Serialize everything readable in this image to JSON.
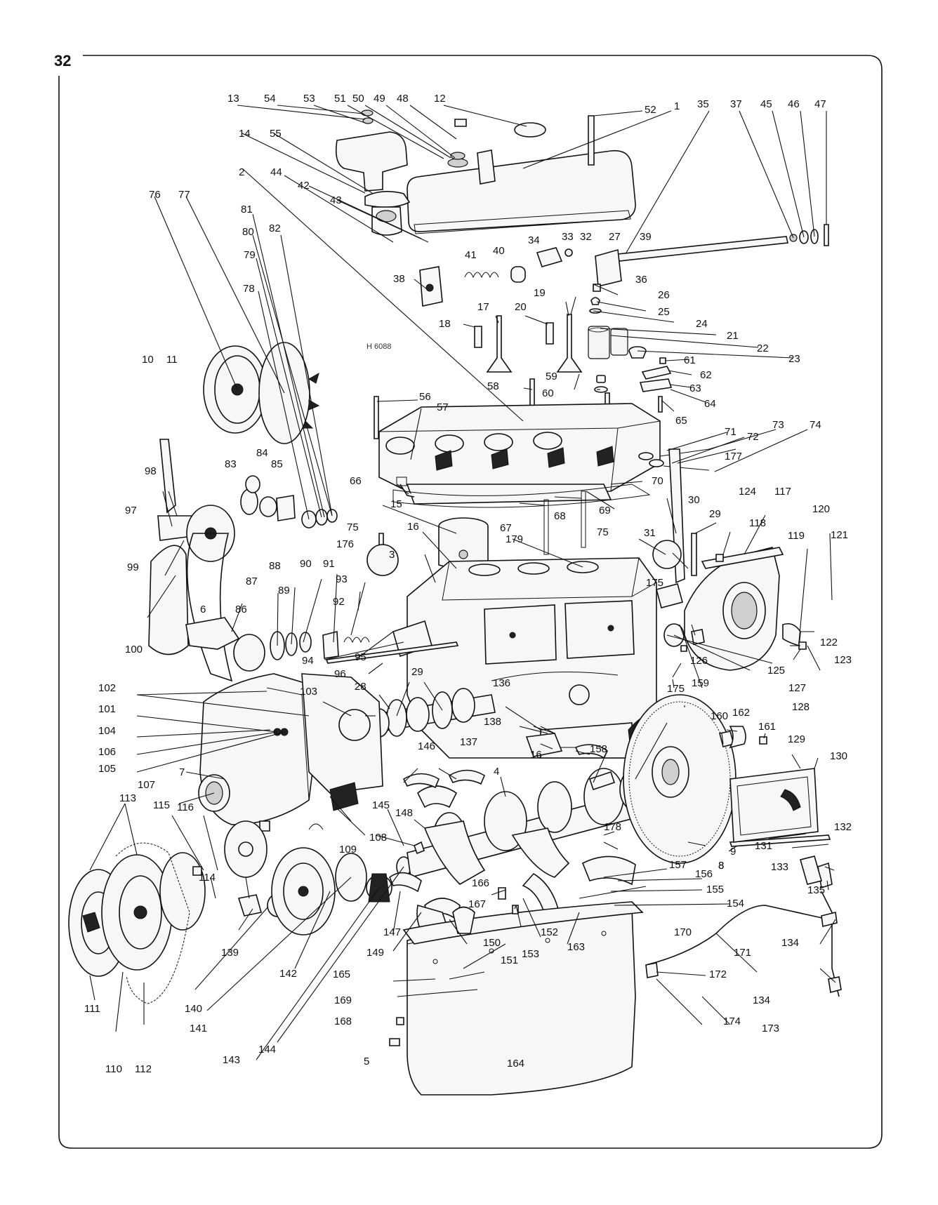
{
  "page_number": "32",
  "drawing_code": "H 6088",
  "callouts": [
    "1",
    "2",
    "3",
    "4",
    "5",
    "6",
    "7",
    "8",
    "9",
    "10",
    "11",
    "12",
    "13",
    "14",
    "15",
    "16",
    "17",
    "18",
    "19",
    "20",
    "21",
    "22",
    "23",
    "24",
    "25",
    "26",
    "27",
    "28",
    "29",
    "30",
    "31",
    "32",
    "33",
    "34",
    "35",
    "36",
    "37",
    "38",
    "39",
    "40",
    "41",
    "42",
    "43",
    "44",
    "45",
    "46",
    "47",
    "48",
    "49",
    "50",
    "51",
    "52",
    "53",
    "54",
    "55",
    "56",
    "57",
    "58",
    "59",
    "60",
    "61",
    "62",
    "63",
    "64",
    "65",
    "66",
    "67",
    "68",
    "69",
    "70",
    "71",
    "72",
    "73",
    "74",
    "75",
    "76",
    "77",
    "78",
    "79",
    "80",
    "81",
    "82",
    "83",
    "84",
    "85",
    "86",
    "87",
    "88",
    "89",
    "90",
    "91",
    "92",
    "93",
    "94",
    "95",
    "96",
    "97",
    "98",
    "99",
    "100",
    "101",
    "102",
    "103",
    "104",
    "105",
    "106",
    "107",
    "108",
    "109",
    "110",
    "111",
    "112",
    "113",
    "114",
    "115",
    "116",
    "117",
    "118",
    "119",
    "120",
    "121",
    "122",
    "123",
    "124",
    "125",
    "126",
    "127",
    "128",
    "129",
    "130",
    "131",
    "132",
    "133",
    "134",
    "135",
    "136",
    "137",
    "138",
    "139",
    "140",
    "141",
    "142",
    "143",
    "144",
    "145",
    "146",
    "147",
    "148",
    "149",
    "150",
    "151",
    "152",
    "153",
    "154",
    "155",
    "156",
    "157",
    "158",
    "159",
    "160",
    "161",
    "162",
    "163",
    "164",
    "165",
    "166",
    "167",
    "168",
    "169",
    "170",
    "171",
    "172",
    "173",
    "174",
    "175",
    "176",
    "177",
    "178",
    "179"
  ]
}
